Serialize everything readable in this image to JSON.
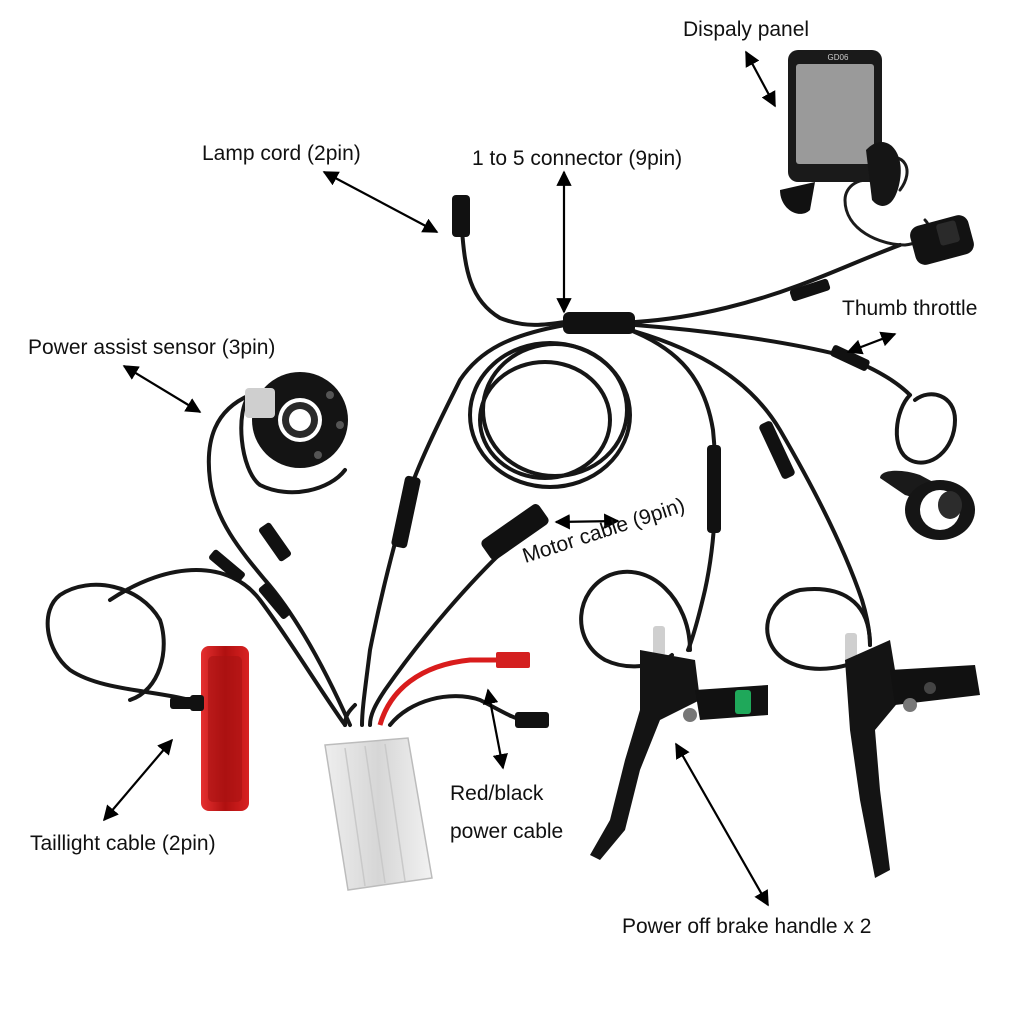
{
  "labels": {
    "display_panel": "Dispaly panel",
    "lamp_cord": "Lamp cord (2pin)",
    "connector_1to5": "1 to 5 connector (9pin)",
    "thumb_throttle": "Thumb throttle",
    "pas_sensor": "Power assist sensor (3pin)",
    "motor_cable": "Motor cable (9pin)",
    "taillight_cable": "Taillight cable (2pin)",
    "power_cable_line1": "Red/black",
    "power_cable_line2": "power cable",
    "brake_handle": "Power off brake handle x 2"
  },
  "display": {
    "model": "GD06"
  },
  "colors": {
    "cable": "#161616",
    "red_wire": "#d91c1c",
    "controller": "#dcdcdc",
    "taillight": "#c81818",
    "screen": "#9a9a9a",
    "green_button": "#1fa85a"
  }
}
